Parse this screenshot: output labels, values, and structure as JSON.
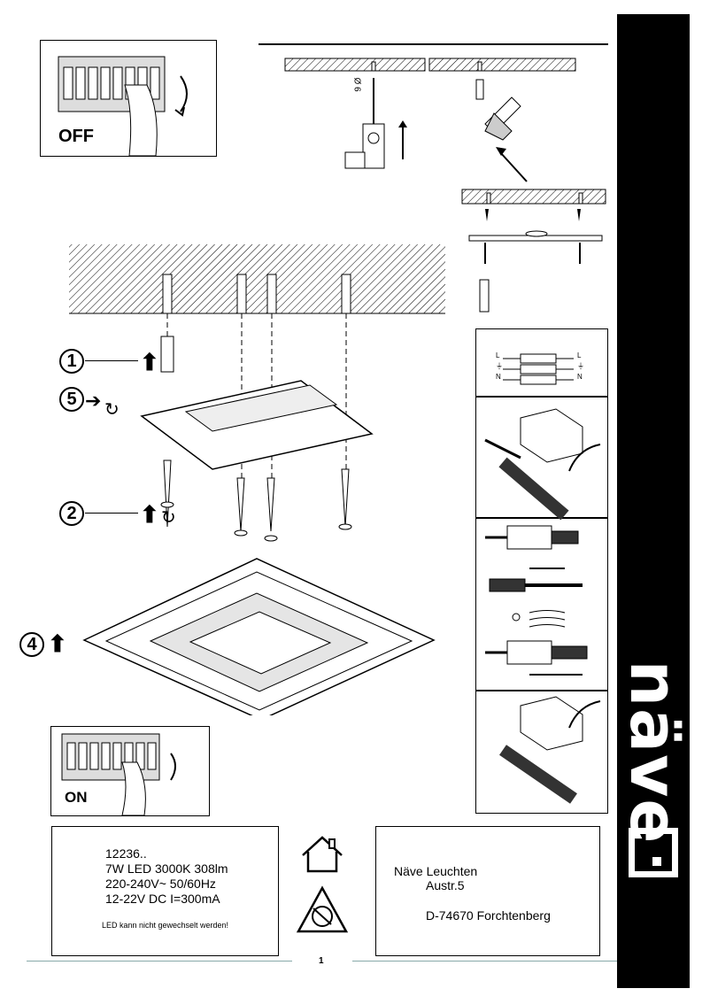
{
  "switch_off": {
    "label": "OFF"
  },
  "switch_on": {
    "label": "ON"
  },
  "steps": [
    {
      "num": "1"
    },
    {
      "num": "5"
    },
    {
      "num": "2"
    },
    {
      "num": "4"
    }
  ],
  "wiring": {
    "terminal_left": [
      "L",
      "⏚",
      "N"
    ],
    "terminal_right": [
      "L",
      "⏚",
      "N"
    ]
  },
  "drill": {
    "size": "Ø 6"
  },
  "spec_box": {
    "lines": [
      "12236..",
      "7W LED 3000K 308lm",
      "220-240V~ 50/60Hz",
      "12-22V DC I=300mA"
    ],
    "note": "LED kann nicht gewechselt werden!"
  },
  "icons": [
    "indoor-use-house-icon",
    "no-led-replacement-icon"
  ],
  "address": {
    "company": "Näve Leuchten",
    "street": "Austr.5",
    "city": "D-74670 Forchtenberg"
  },
  "brand": {
    "name": "näve"
  },
  "page_number": "1"
}
